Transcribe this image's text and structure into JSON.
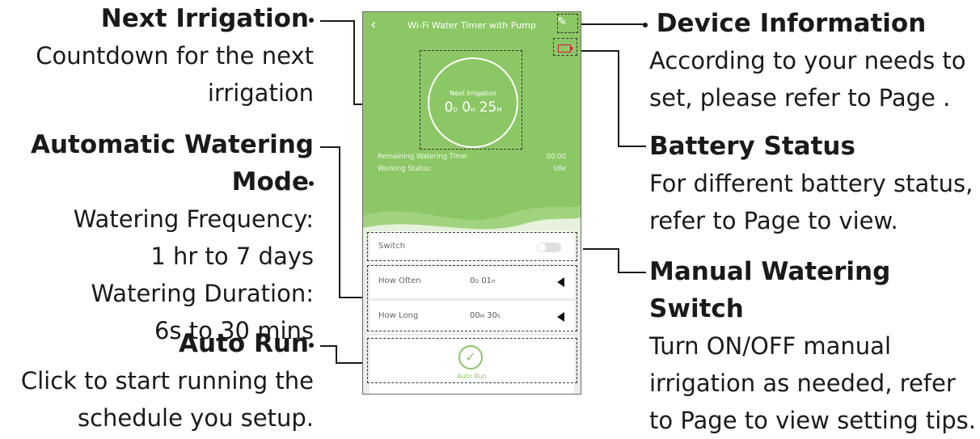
{
  "callouts": {
    "next_irrigation": {
      "title": "Next Irrigation",
      "lines": [
        "Countdown for the next",
        "irrigation"
      ]
    },
    "auto_mode": {
      "title": "Automatic Watering Mode",
      "lines": [
        "Watering Frequency:",
        "1 hr to 7 days",
        "Watering Duration:",
        "6s to 30 mins"
      ]
    },
    "auto_run": {
      "title": "Auto Run",
      "lines": [
        "Click to start running the",
        "schedule you setup."
      ]
    },
    "device_info": {
      "title": "Device Information",
      "lines": [
        "According to your needs to",
        "set, please refer to Page ."
      ]
    },
    "battery": {
      "title": "Battery Status",
      "lines": [
        "For different battery status,",
        "refer to Page  to view."
      ]
    },
    "manual": {
      "title": "Manual Watering Switch",
      "lines": [
        "Turn ON/OFF manual",
        "irrigation as needed, refer",
        "to Page to view setting tips."
      ]
    }
  },
  "phone": {
    "title": "Wi-Fi Water Timer with Pump",
    "next_label": "Next Irrigation",
    "next_count": {
      "d": "0",
      "d_unit": "D",
      "h": "0",
      "h_unit": "H",
      "m": "25",
      "m_unit": "M"
    },
    "remaining_label": "Remaining Watering Time:",
    "remaining_value": "00:00",
    "status_label": "Working Status:",
    "status_value": "Idle",
    "switch_label": "Switch",
    "how_often_label": "How Often",
    "how_often_value": {
      "d": "0",
      "d_unit": "D",
      "h": "01",
      "h_unit": "H"
    },
    "how_long_label": "How Long",
    "how_long_value": {
      "m": "00",
      "m_unit": "M",
      "s": "30",
      "s_unit": "S"
    },
    "auto_run_label": "Auto Run"
  },
  "colors": {
    "hero": "#8cc765",
    "text": "#1a1a1a"
  }
}
